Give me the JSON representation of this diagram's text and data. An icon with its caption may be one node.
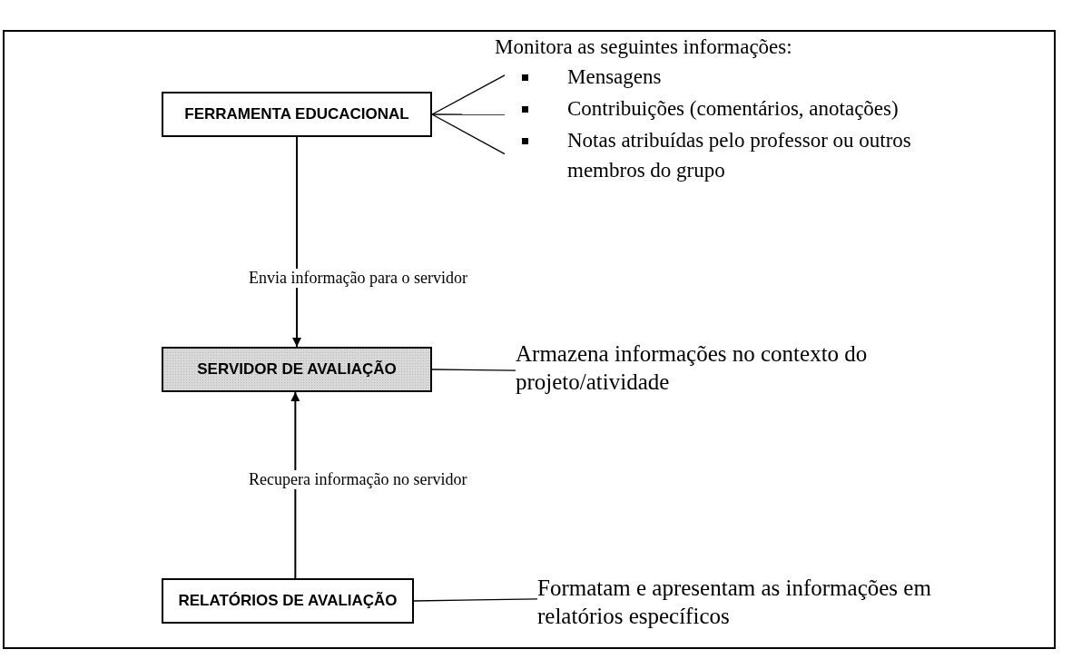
{
  "diagram": {
    "nodes": [
      {
        "text": [
          "FERRAMENTA EDUCACIONAL"
        ]
      },
      {
        "text": [
          "Mensagens"
        ]
      },
      {
        "text": [
          "Contribuições (comentários, anotações)"
        ]
      },
      {
        "text": [
          "Notas atribuídas pelo professor ou outros membros do grupo"
        ]
      },
      {
        "text": [
          "SERVIDOR DE AVALIAÇÃO"
        ]
      },
      {
        "text": [
          "Armazena informações no contexto do projeto/atividade"
        ]
      },
      {
        "text": [
          "RELATÓRIOS DE AVALIAÇÃO"
        ]
      },
      {
        "text": [
          "Formatam e apresentam as informações em relatórios específicos"
        ]
      }
    ],
    "edges": [
      {
        "from": 0,
        "to": 1,
        "arrow": "none"
      },
      {
        "from": 0,
        "to": 2,
        "arrow": "none"
      },
      {
        "from": 0,
        "to": 3,
        "arrow": "none"
      },
      {
        "from": 0,
        "to": 4,
        "arrow": "to",
        "label": "Envia informação para o servidor"
      },
      {
        "from": 4,
        "to": 5,
        "arrow": "none"
      },
      {
        "from": 6,
        "to": 4,
        "arrow": "to",
        "label": "Recupera informação no servidor"
      },
      {
        "from": 6,
        "to": 7,
        "arrow": "none"
      }
    ],
    "labels": [
      "Monitora as seguintes informações:"
    ]
  }
}
